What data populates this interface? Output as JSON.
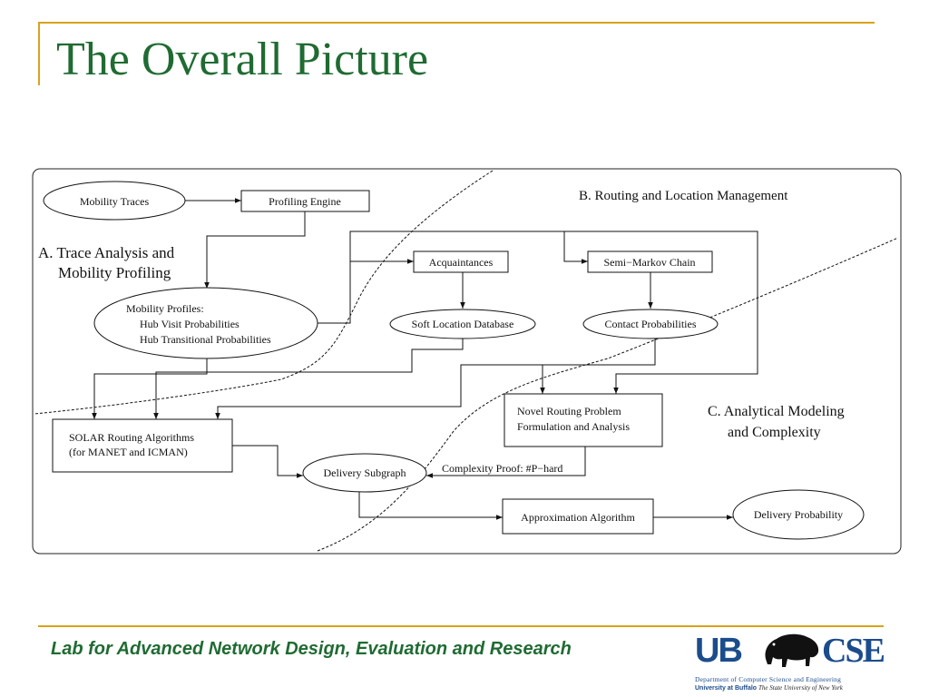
{
  "slide": {
    "title": "The Overall Picture",
    "footer": "Lab for Advanced Network Design, Evaluation and Research"
  },
  "logo": {
    "letters_left": "UB",
    "letters_right": "CSE",
    "department": "Department of Computer Science and Engineering",
    "university": "University at Buffalo",
    "tagline": "The State University of New York"
  },
  "diagram": {
    "regions": {
      "trace_analysis": [
        "A. Trace Analysis and",
        "Mobility Profiling"
      ],
      "routing_location": [
        "B. Routing and Location Management"
      ],
      "analytical_modeling": [
        "C. Analytical Modeling",
        "and Complexity"
      ]
    },
    "nodes": {
      "mobility_traces": [
        "Mobility Traces"
      ],
      "profiling_engine": [
        "Profiling Engine"
      ],
      "mobility_profiles": [
        "Mobility Profiles:",
        "Hub Visit Probabilities",
        "Hub Transitional Probabilities"
      ],
      "acquaintances": [
        "Acquaintances"
      ],
      "semi_markov_chain": [
        "Semi−Markov Chain"
      ],
      "soft_location_database": [
        "Soft Location Database"
      ],
      "contact_probabilities": [
        "Contact Probabilities"
      ],
      "novel_routing_problem": [
        "Novel Routing Problem",
        "Formulation and Analysis"
      ],
      "solar_routing": [
        "SOLAR Routing Algorithms",
        "(for MANET and ICMAN)"
      ],
      "delivery_subgraph": [
        "Delivery Subgraph"
      ],
      "approximation_algorithm": [
        "Approximation Algorithm"
      ],
      "delivery_probability": [
        "Delivery Probability"
      ]
    },
    "edge_labels": {
      "complexity_proof": "Complexity Proof: #P−hard"
    }
  }
}
